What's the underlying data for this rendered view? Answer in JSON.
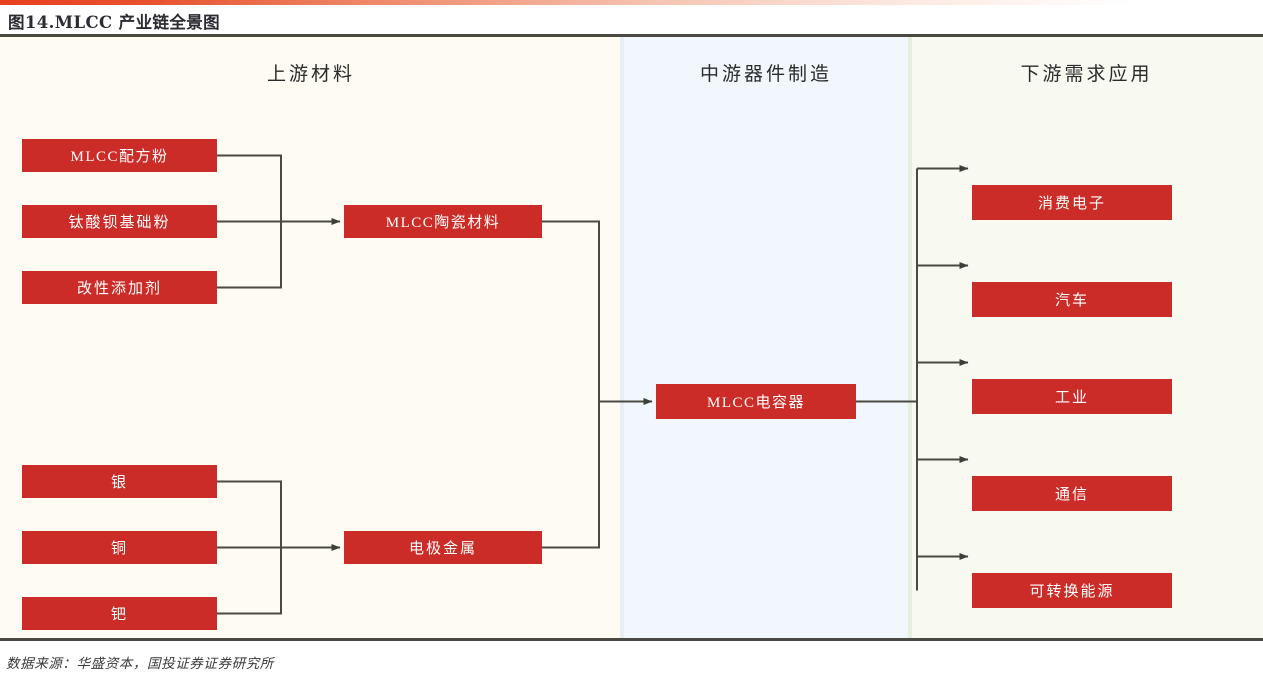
{
  "figure": {
    "title": "图14.MLCC 产业链全景图",
    "source_note": "数据来源：华盛资本，国投证券证券研究所"
  },
  "colors": {
    "node_fill": "#CC2C27",
    "node_text": "#FFFFFF",
    "connector": "#4A4A42",
    "band_upstream_bg": "#FDFBF2",
    "band_midstream_bg": "#F2F7FD",
    "band_downstream_bg": "#F8FAF2",
    "frame_rule": "#4A4A42",
    "accent_gradient_start": "#E8401F"
  },
  "bands": [
    {
      "id": "upstream",
      "title": "上游材料"
    },
    {
      "id": "midstream",
      "title": "中游器件制造"
    },
    {
      "id": "downstream",
      "title": "下游需求应用"
    }
  ],
  "nodes": {
    "upstream_materials": [
      {
        "id": "mlcc-powder",
        "label": "MLCC配方粉"
      },
      {
        "id": "bt-base",
        "label": "钛酸钡基础粉"
      },
      {
        "id": "modifier",
        "label": "改性添加剂"
      }
    ],
    "upstream_metals": [
      {
        "id": "silver",
        "label": "银"
      },
      {
        "id": "copper",
        "label": "铜"
      },
      {
        "id": "palladium",
        "label": "钯"
      }
    ],
    "upstream_intermediates": [
      {
        "id": "ceramic",
        "label": "MLCC陶瓷材料"
      },
      {
        "id": "electrode",
        "label": "电极金属"
      }
    ],
    "midstream": [
      {
        "id": "capacitor",
        "label": "MLCC电容器"
      }
    ],
    "downstream": [
      {
        "id": "consumer",
        "label": "消费电子"
      },
      {
        "id": "automotive",
        "label": "汽车"
      },
      {
        "id": "industrial",
        "label": "工业"
      },
      {
        "id": "comms",
        "label": "通信"
      },
      {
        "id": "renewable",
        "label": "可转换能源"
      }
    ]
  },
  "flows": [
    {
      "from": "mlcc-powder",
      "to": "ceramic"
    },
    {
      "from": "bt-base",
      "to": "ceramic"
    },
    {
      "from": "modifier",
      "to": "ceramic"
    },
    {
      "from": "silver",
      "to": "electrode"
    },
    {
      "from": "copper",
      "to": "electrode"
    },
    {
      "from": "palladium",
      "to": "electrode"
    },
    {
      "from": "ceramic",
      "to": "capacitor"
    },
    {
      "from": "electrode",
      "to": "capacitor"
    },
    {
      "from": "capacitor",
      "to": "consumer"
    },
    {
      "from": "capacitor",
      "to": "automotive"
    },
    {
      "from": "capacitor",
      "to": "industrial"
    },
    {
      "from": "capacitor",
      "to": "comms"
    },
    {
      "from": "capacitor",
      "to": "renewable"
    }
  ]
}
